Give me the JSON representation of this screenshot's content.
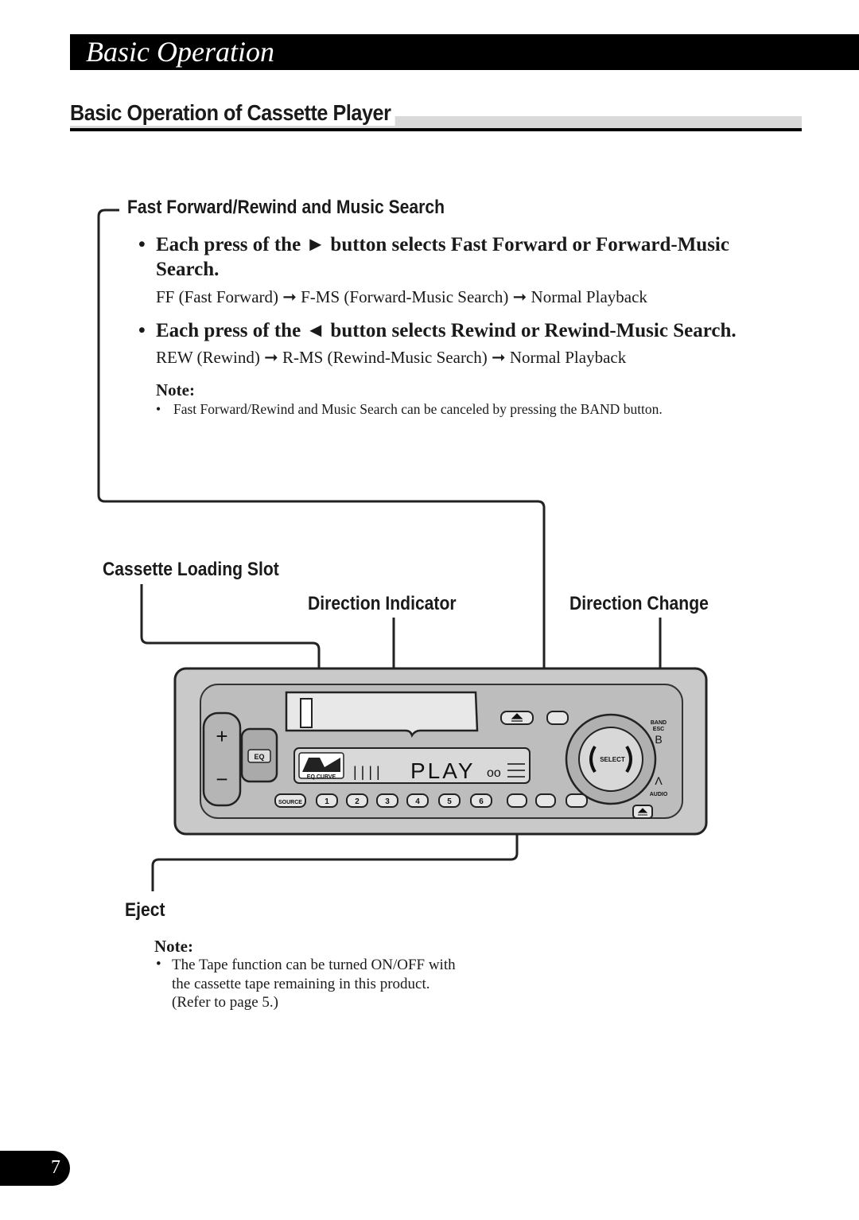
{
  "banner": {
    "title": "Basic Operation"
  },
  "section": {
    "title": "Basic Operation of Cassette Player"
  },
  "ff_section": {
    "heading": "Fast Forward/Rewind and Music Search",
    "bullet1": "Each press of the ► button selects Fast Forward or Forward-Music Search.",
    "seq1": [
      "FF (Fast Forward)",
      "F-MS (Forward-Music Search)",
      "Normal Playback"
    ],
    "bullet2": "Each press of the ◄ button selects Rewind or Rewind-Music Search.",
    "seq2": [
      "REW (Rewind)",
      "R-MS (Rewind-Music Search)",
      "Normal Playback"
    ],
    "note_heading": "Note:",
    "note_text": "Fast Forward/Rewind and Music Search can be canceled by pressing the BAND button."
  },
  "callouts": {
    "cassette_slot": "Cassette Loading Slot",
    "direction_indicator": "Direction Indicator",
    "direction_change": "Direction Change",
    "eject": "Eject"
  },
  "device": {
    "display_text": "PLAY",
    "eq_label": "EQ",
    "eq_curve_label": "EQ CURVE",
    "source_label": "SOURCE",
    "preset_buttons": [
      "1",
      "2",
      "3",
      "4",
      "5",
      "6"
    ],
    "select_label": "SELECT",
    "band_label": "BAND",
    "esc_label": "ESC",
    "audio_label": "AUDIO"
  },
  "bottom_note": {
    "heading": "Note:",
    "lines": [
      "The Tape function can be turned ON/OFF with",
      "the cassette tape remaining in this product.",
      "(Refer to page 5.)"
    ]
  },
  "page_number": "7"
}
